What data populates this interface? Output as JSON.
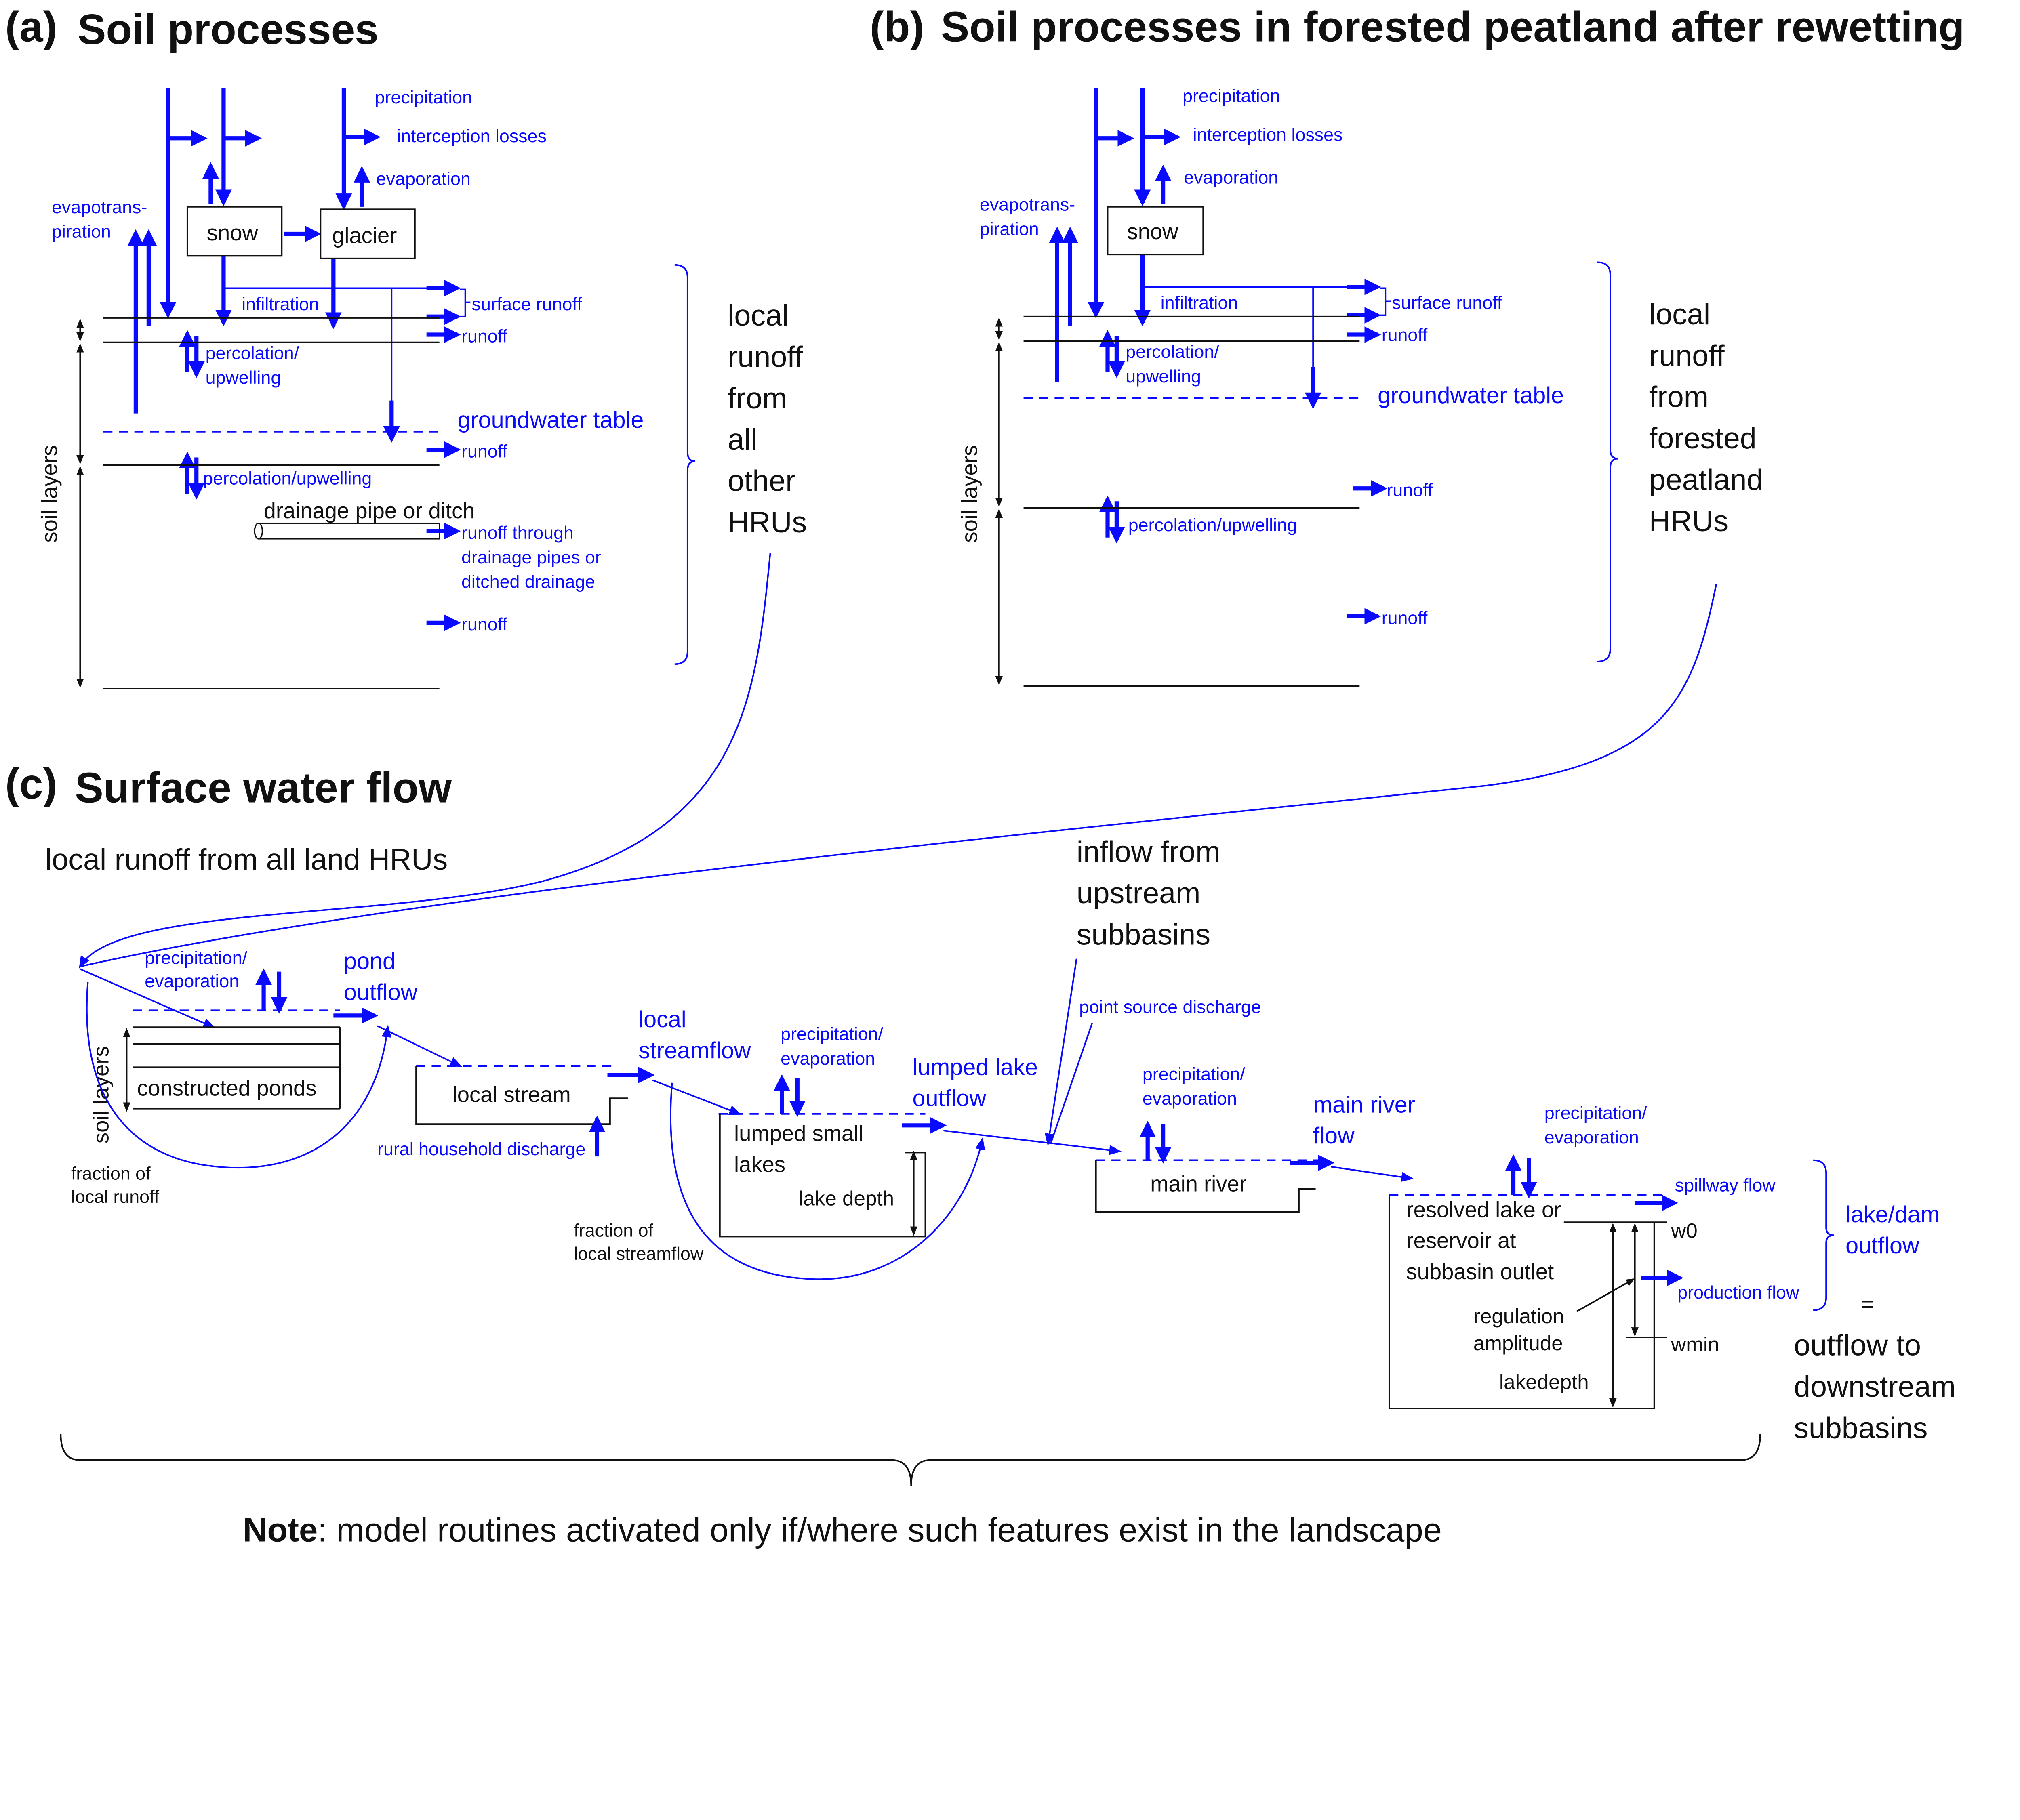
{
  "colors": {
    "flow": "#0a0aff",
    "structure": "#111111",
    "background": "#ffffff"
  },
  "panel_a": {
    "letter": "(a)",
    "title": "Soil processes",
    "precipitation": "precipitation",
    "interception": "interception losses",
    "evaporation": "evaporation",
    "evapotrans_1": "evapotrans-",
    "evapotrans_2": "piration",
    "snow": "snow",
    "glacier": "glacier",
    "infiltration": "infiltration",
    "surface_runoff": "surface runoff",
    "runoff_1": "runoff",
    "perc_1a": "percolation/",
    "perc_1b": "upwelling",
    "groundwater": "groundwater table",
    "runoff_2": "runoff",
    "perc_2": "percolation/upwelling",
    "drainage": "drainage pipe or ditch",
    "drain_runoff_1": "runoff through",
    "drain_runoff_2": "drainage pipes or",
    "drain_runoff_3": "ditched drainage",
    "runoff_3": "runoff",
    "soil_layers": "soil layers",
    "side": [
      "local",
      "runoff",
      "from",
      "all",
      "other",
      "HRUs"
    ]
  },
  "panel_b": {
    "letter": "(b)",
    "title": "Soil processes in forested peatland after rewetting",
    "precipitation": "precipitation",
    "interception": "interception losses",
    "evaporation": "evaporation",
    "evapotrans_1": "evapotrans-",
    "evapotrans_2": "piration",
    "snow": "snow",
    "infiltration": "infiltration",
    "surface_runoff": "surface runoff",
    "runoff_1": "runoff",
    "perc_1a": "percolation/",
    "perc_1b": "upwelling",
    "groundwater": "groundwater table",
    "runoff_2": "runoff",
    "perc_2": "percolation/upwelling",
    "runoff_3": "runoff",
    "soil_layers": "soil layers",
    "side": [
      "local",
      "runoff",
      "from",
      "forested",
      "peatland",
      "HRUs"
    ]
  },
  "panel_c": {
    "letter": "(c)",
    "title": "Surface water flow",
    "local_runoff": "local runoff from all land HRUs",
    "pe1_a": "precipitation/",
    "pe1_b": "evaporation",
    "pond_outflow_1": "pond",
    "pond_outflow_2": "outflow",
    "ponds": "constructed ponds",
    "soil_layers": "soil layers",
    "frac_runoff_1": "fraction of",
    "frac_runoff_2": "local runoff",
    "local_stream": "local stream",
    "rural": "rural household discharge",
    "local_streamflow_1": "local",
    "local_streamflow_2": "streamflow",
    "frac_stream_1": "fraction of",
    "frac_stream_2": "local streamflow",
    "pe2_a": "precipitation/",
    "pe2_b": "evaporation",
    "lakes_1": "lumped small",
    "lakes_2": "lakes",
    "lake_depth": "lake depth",
    "lake_outflow_1": "lumped lake",
    "lake_outflow_2": "outflow",
    "inflow": [
      "inflow from",
      "upstream",
      "subbasins"
    ],
    "point_source": "point source discharge",
    "pe3_a": "precipitation/",
    "pe3_b": "evaporation",
    "main_river": "main river",
    "river_flow_1": "main river",
    "river_flow_2": "flow",
    "pe4_a": "precipitation/",
    "pe4_b": "evaporation",
    "reservoir": [
      "resolved lake or",
      "reservoir at",
      "subbasin outlet"
    ],
    "spillway": "spillway flow",
    "w0": "w0",
    "production": "production flow",
    "wmin": "wmin",
    "regulation_1": "regulation",
    "regulation_2": "amplitude",
    "lakedepth": "lakedepth",
    "dam_outflow_1": "lake/dam",
    "dam_outflow_2": "outflow",
    "equals": "=",
    "downstream": [
      "outflow to",
      "downstream",
      "subbasins"
    ]
  },
  "note": {
    "bold": "Note",
    "text": ": model routines activated only if/where such features exist in the landscape"
  }
}
